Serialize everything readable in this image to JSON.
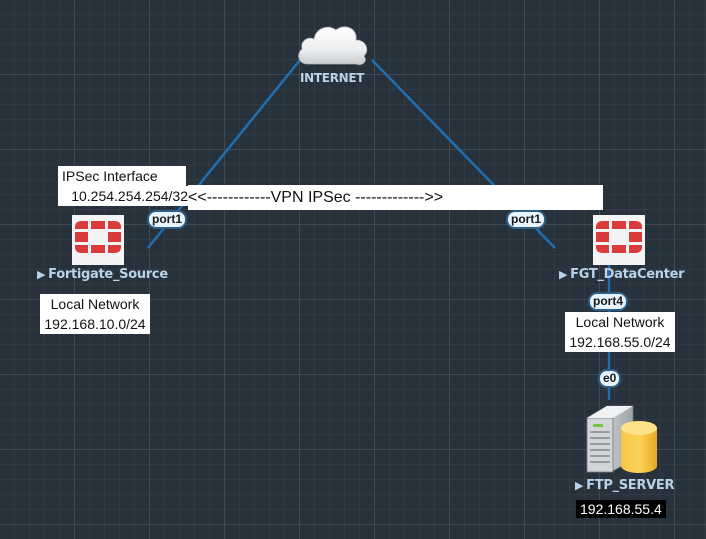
{
  "diagram": {
    "internet": {
      "label": "INTERNET"
    },
    "vpn_banner": {
      "text": "<<------------VPN IPSec ------------->>"
    },
    "ipsec_interface": {
      "title": "IPSec Interface",
      "address": "10.254.254.254/32"
    },
    "fortigate_source": {
      "label": "Fortigate_Source",
      "port": "port1",
      "local_network": {
        "title": "Local Network",
        "subnet": "192.168.10.0/24"
      }
    },
    "fgt_datacenter": {
      "label": "FGT_DataCenter",
      "wan_port": "port1",
      "lan_port": "port4",
      "local_network": {
        "title": "Local Network",
        "subnet": "192.168.55.0/24"
      }
    },
    "ftp_server": {
      "label": "FTP_SERVER",
      "port": "e0",
      "ip": "192.168.55.4"
    },
    "colors": {
      "background": "#27323c",
      "link": "#1f6fb2",
      "node_label": "#b9d2e8",
      "fortinet_red": "#da3c3c"
    }
  }
}
